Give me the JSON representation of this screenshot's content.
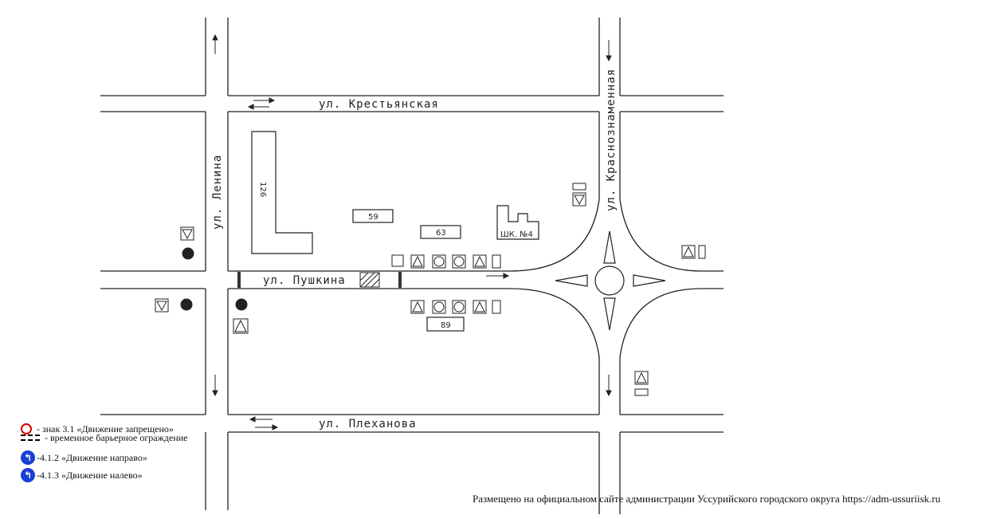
{
  "streets": {
    "krestyanskaya": "ул. Крестьянская",
    "lenina": "ул. Ленина",
    "pushkina": "ул. Пушкина",
    "krasnoznamennaya": "ул. Краснознаменная",
    "plekhanova": "ул. Плеханова"
  },
  "buildings": {
    "b126": "126",
    "b59": "59",
    "b63": "63",
    "school": "ШК. №4",
    "b89": "89"
  },
  "legend": {
    "item1": "- знак 3.1 «Движение запрещено»",
    "item2": "- временное барьерное ограждение",
    "item3": "-4.1.2 «Движение направо»",
    "item4": "-4.1.3 «Движение налево»"
  },
  "footer": "Размещено на официальном сайте администрации Уссурийского городского округа https://adm-ussuriisk.ru",
  "colors": {
    "prohibited": "#e00000",
    "direction": "#1a3fd6",
    "line": "#222222"
  },
  "icons": [
    "warning-triangle-icon",
    "speed-limit-sign-icon",
    "direction-sign-icon",
    "road-works-sign-icon",
    "roundabout-island-icon"
  ]
}
